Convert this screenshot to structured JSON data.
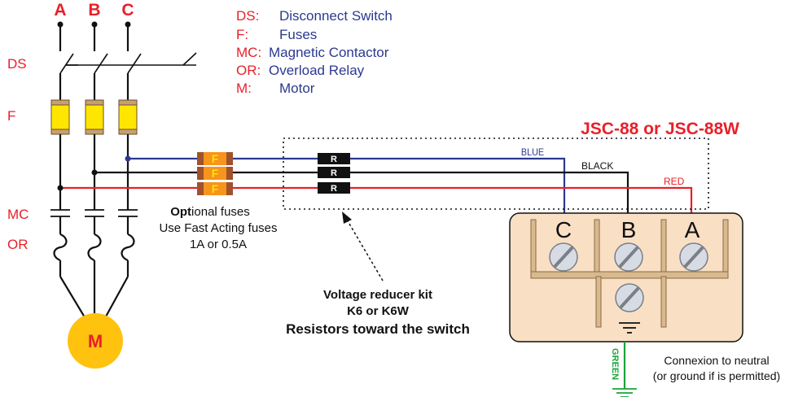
{
  "phases": {
    "a": "A",
    "b": "B",
    "c": "C"
  },
  "left_labels": {
    "ds": "DS",
    "f": "F",
    "mc": "MC",
    "or": "OR"
  },
  "motor_label": "M",
  "legend": [
    {
      "abbr": "DS:",
      "text": "Disconnect Switch"
    },
    {
      "abbr": "F:",
      "text": "Fuses"
    },
    {
      "abbr": "MC:",
      "text": "Magnetic Contactor"
    },
    {
      "abbr": "OR:",
      "text": "Overload Relay"
    },
    {
      "abbr": "M:",
      "text": "Motor"
    }
  ],
  "device_title": "JSC-88 or JSC-88W",
  "fuse_label": "F",
  "resistor_label": "R",
  "wires": {
    "blue": "BLUE",
    "black": "BLACK",
    "red": "RED",
    "green": "GREEN"
  },
  "terminals": {
    "c": "C",
    "b": "B",
    "a": "A"
  },
  "optional_fuses": {
    "bold": "Opt",
    "rest": "ional fuses",
    "line2": "Use Fast Acting fuses",
    "line3": "1A or 0.5A"
  },
  "kit": {
    "line1": "Voltage reducer kit",
    "line2": "K6 or K6W",
    "line3": "Resistors toward the switch"
  },
  "neutral": {
    "line1": "Connexion to neutral",
    "line2": "(or ground if is permitted)"
  },
  "colors": {
    "label_red": "#e8202a",
    "legend_blue": "#2b3990",
    "wire_blue": "#2b3990",
    "wire_black": "#111111",
    "wire_red": "#e8202a",
    "wire_green": "#1aa33a",
    "fuse_yellow": "#ffe600",
    "fuse_cap": "#c8a070",
    "inline_fuse_orange": "#f7941d",
    "box_fill": "#f9dfc4",
    "terminal_bar": "#d9b98e",
    "motor_fill": "#ffc20e"
  }
}
